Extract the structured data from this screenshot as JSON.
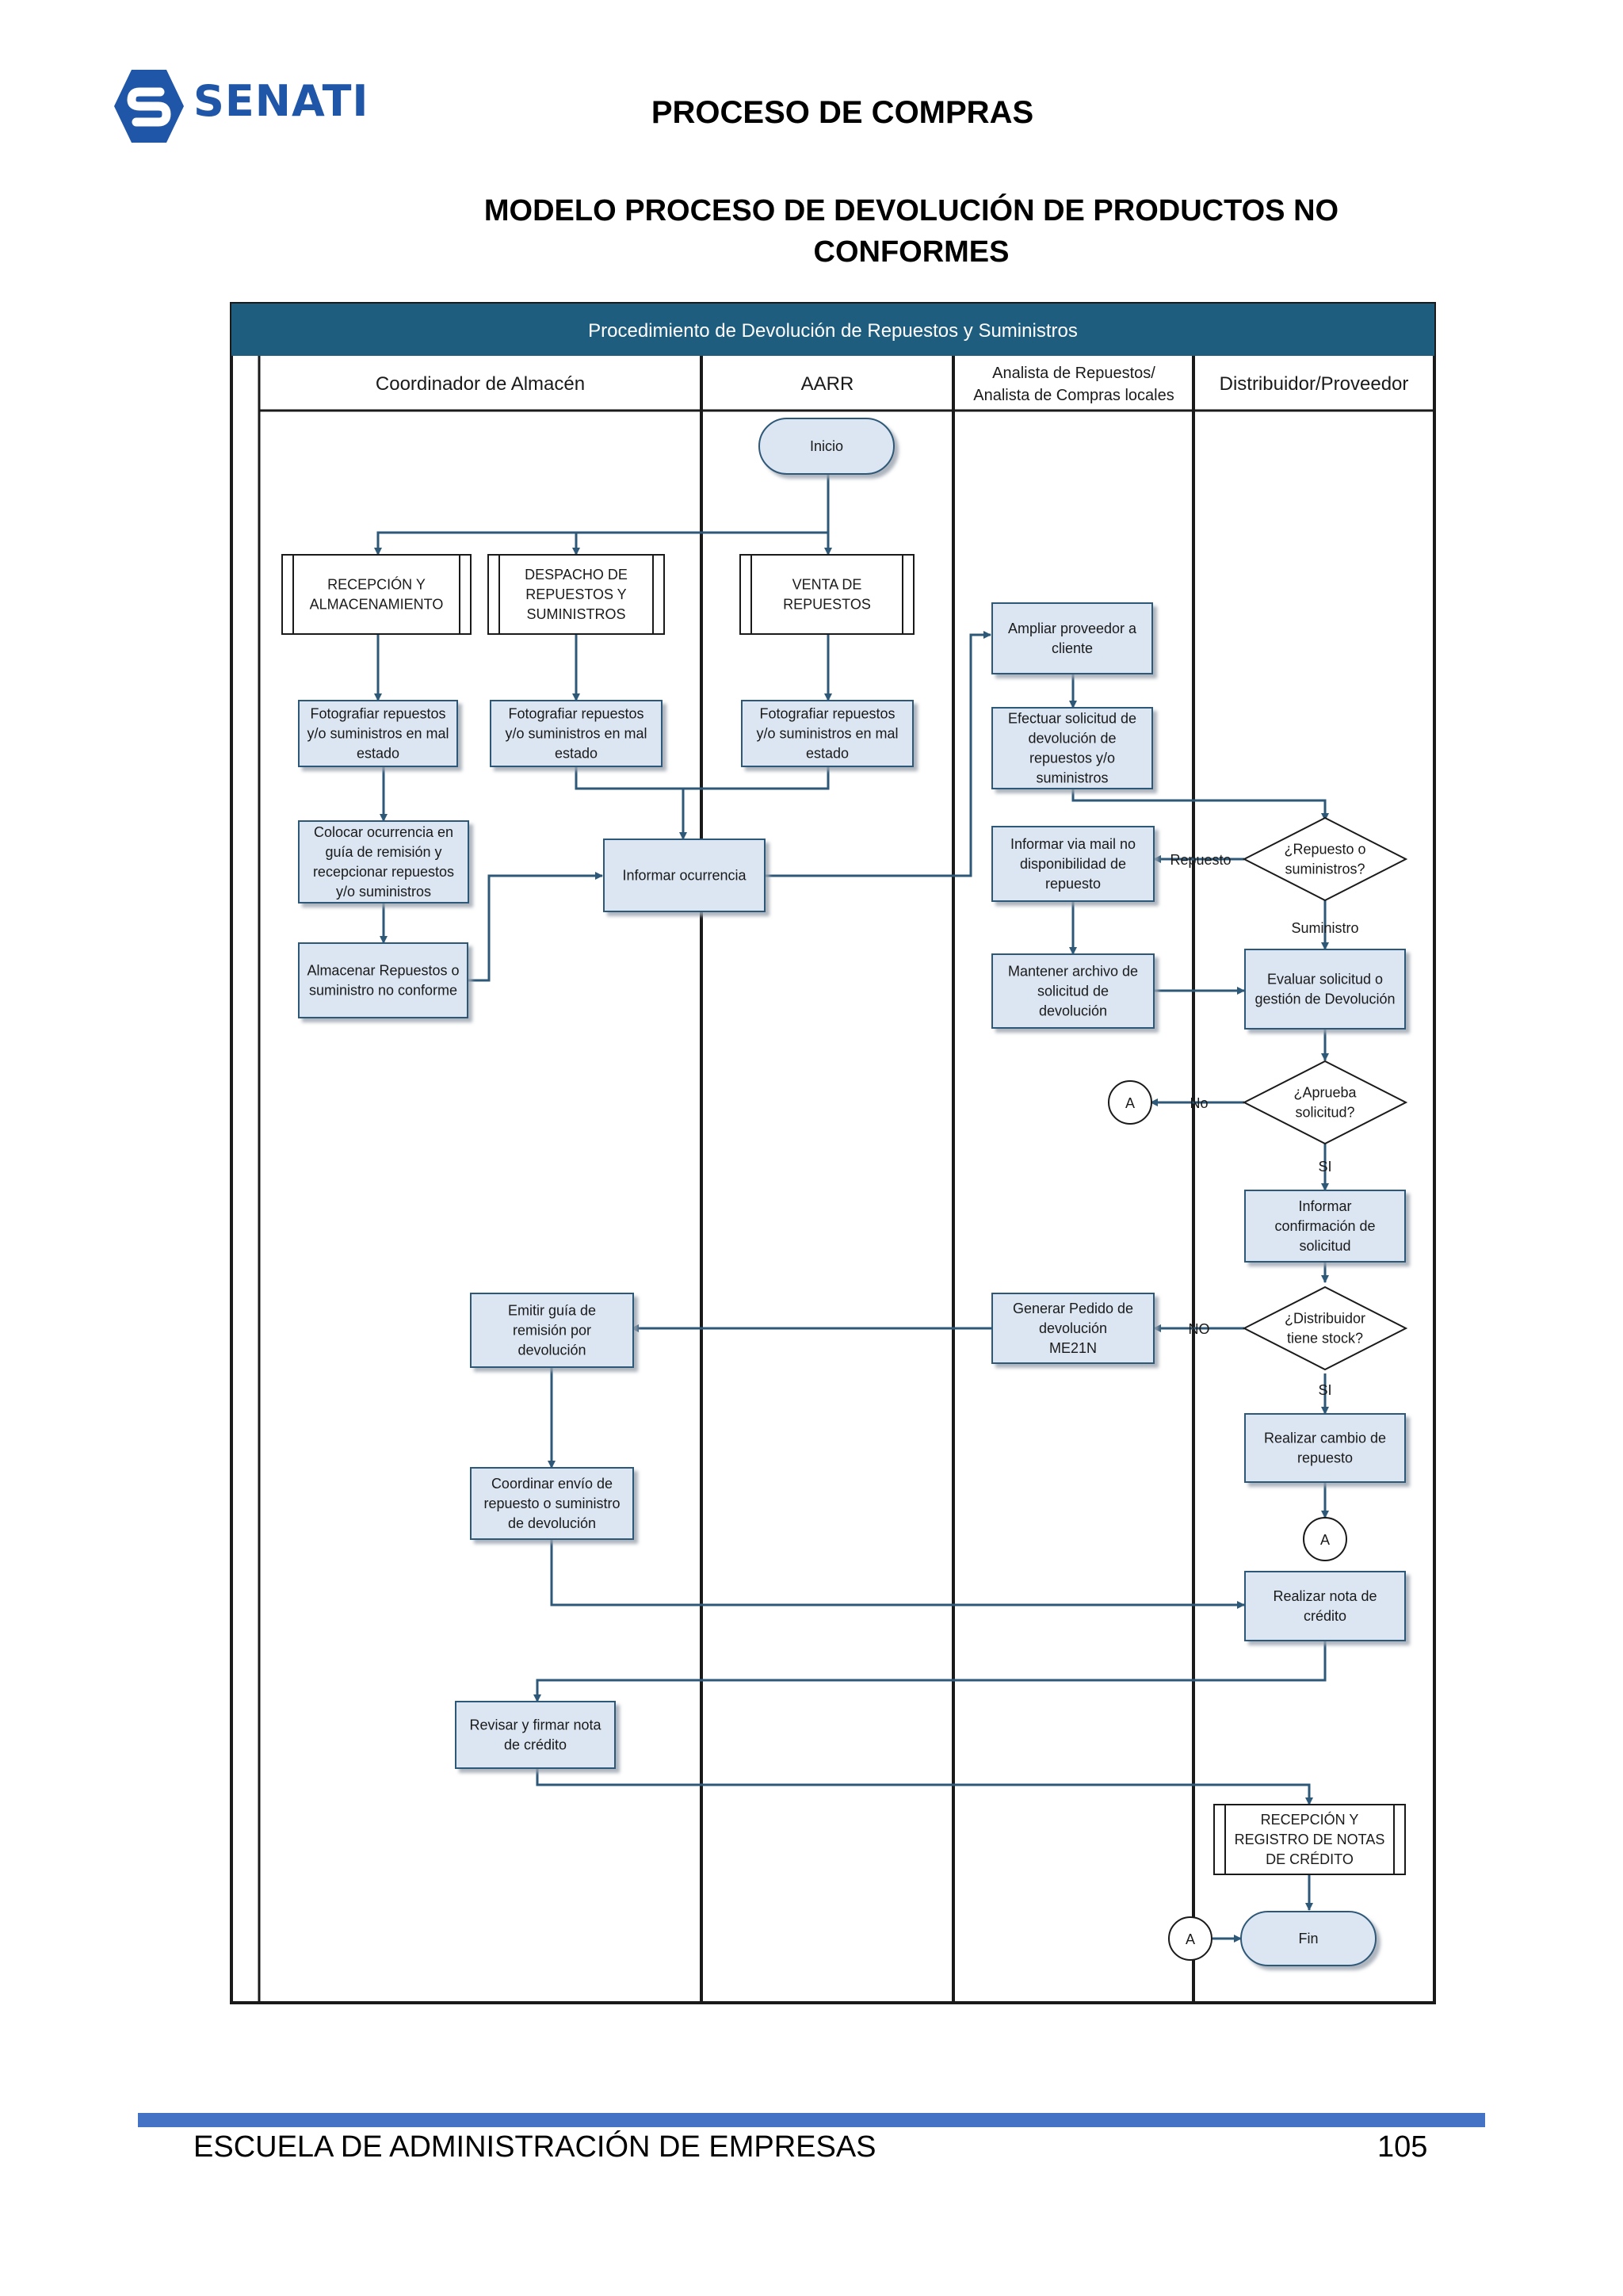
{
  "header": {
    "logo_text": "SENATI",
    "title": "PROCESO DE COMPRAS"
  },
  "subtitle": {
    "line1": "MODELO PROCESO DE DEVOLUCIÓN DE PRODUCTOS NO",
    "line2": "CONFORMES"
  },
  "diagram": {
    "title": "Procedimiento de Devolución de Repuestos y Suministros",
    "lanes": {
      "coordinador": "Coordinador de Almacén",
      "aarr": "AARR",
      "analista_l1": "Analista de Repuestos/",
      "analista_l2": "Analista de Compras locales",
      "distribuidor": "Distribuidor/Proveedor"
    },
    "nodes": {
      "inicio": "Inicio",
      "fin": "Fin",
      "sub_recepcion": [
        "RECEPCIÓN Y",
        "ALMACENAMIENTO"
      ],
      "sub_despacho": [
        "DESPACHO DE",
        "REPUESTOS Y",
        "SUMINISTROS"
      ],
      "sub_venta": [
        "VENTA DE",
        "REPUESTOS"
      ],
      "foto1": [
        "Fotografiar repuestos",
        "y/o suministros en mal",
        "estado"
      ],
      "foto2": [
        "Fotografiar repuestos",
        "y/o suministros en mal",
        "estado"
      ],
      "foto3": [
        "Fotografiar repuestos",
        "y/o suministros en mal",
        "estado"
      ],
      "colocar": [
        "Colocar ocurrencia en",
        "guía de remisión y",
        "recepcionar repuestos",
        "y/o suministros"
      ],
      "almacenar": [
        "Almacenar Repuestos o",
        "suministro no conforme"
      ],
      "informar_ocurrencia": [
        "Informar ocurrencia"
      ],
      "ampliar": [
        "Ampliar proveedor a",
        "cliente"
      ],
      "efectuar": [
        "Efectuar solicitud de",
        "devolución de",
        "repuestos y/o",
        "suministros"
      ],
      "informar_mail": [
        "Informar via mail no",
        "disponibilidad de",
        "repuesto"
      ],
      "mantener": [
        "Mantener archivo de",
        "solicitud de",
        "devolución"
      ],
      "evaluar": [
        "Evaluar solicitud o",
        "gestión de Devolución"
      ],
      "informar_conf": [
        "Informar",
        "confirmación de",
        "solicitud"
      ],
      "generar": [
        "Generar Pedido de",
        "devolución",
        "ME21N"
      ],
      "emitir": [
        "Emitir guía de",
        "remisión por",
        "devolución"
      ],
      "coordinar": [
        "Coordinar envío de",
        "repuesto o suministro",
        "de devolución"
      ],
      "realizar_cambio": [
        "Realizar cambio de",
        "repuesto"
      ],
      "realizar_nota": [
        "Realizar nota de",
        "crédito"
      ],
      "revisar": [
        "Revisar y firmar nota",
        "de crédito"
      ],
      "sub_registro": [
        "RECEPCIÓN Y",
        "REGISTRO DE NOTAS",
        "DE CRÉDITO"
      ],
      "dec_repuesto": [
        "¿Repuesto o",
        "suministros?"
      ],
      "dec_aprueba": [
        "¿Aprueba",
        "solicitud?"
      ],
      "dec_stock": [
        "¿Distribuidor",
        "tiene stock?"
      ],
      "conn_a1": "A",
      "conn_a2": "A",
      "conn_a3": "A"
    },
    "edge_labels": {
      "repuesto": "Repuesto",
      "suministro": "Suministro",
      "no": "No",
      "si1": "SI",
      "no_upper": "NO",
      "si2": "SI"
    }
  },
  "footer": {
    "school": "ESCUELA DE ADMINISTRACIÓN DE EMPRESAS",
    "page_number": "105"
  },
  "colors": {
    "title_bar": "#1f5d7f",
    "process_fill": "#dce6f2",
    "process_stroke": "#2e5878",
    "line": "#2e5878",
    "footer_bar": "#4472c4",
    "logo_blue": "#1f56a8"
  }
}
